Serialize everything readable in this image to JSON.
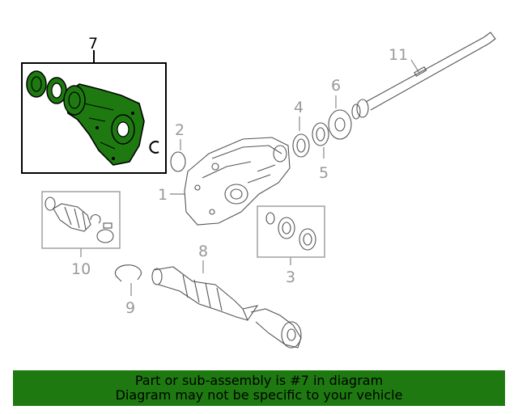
{
  "callouts": {
    "c1": "1",
    "c2": "2",
    "c3": "3",
    "c4": "4",
    "c5": "5",
    "c6": "6",
    "c7": "7",
    "c8": "8",
    "c9": "9",
    "c10": "10",
    "c11": "11"
  },
  "highlight_part": "7",
  "colors": {
    "highlight_fill": "#1e7a10",
    "banner_bg": "#1e7a10",
    "line_gray": "#999999"
  },
  "banner": {
    "line1": "Part or sub-assembly is #7 in diagram",
    "line2": "Diagram may not be specific to your vehicle"
  }
}
